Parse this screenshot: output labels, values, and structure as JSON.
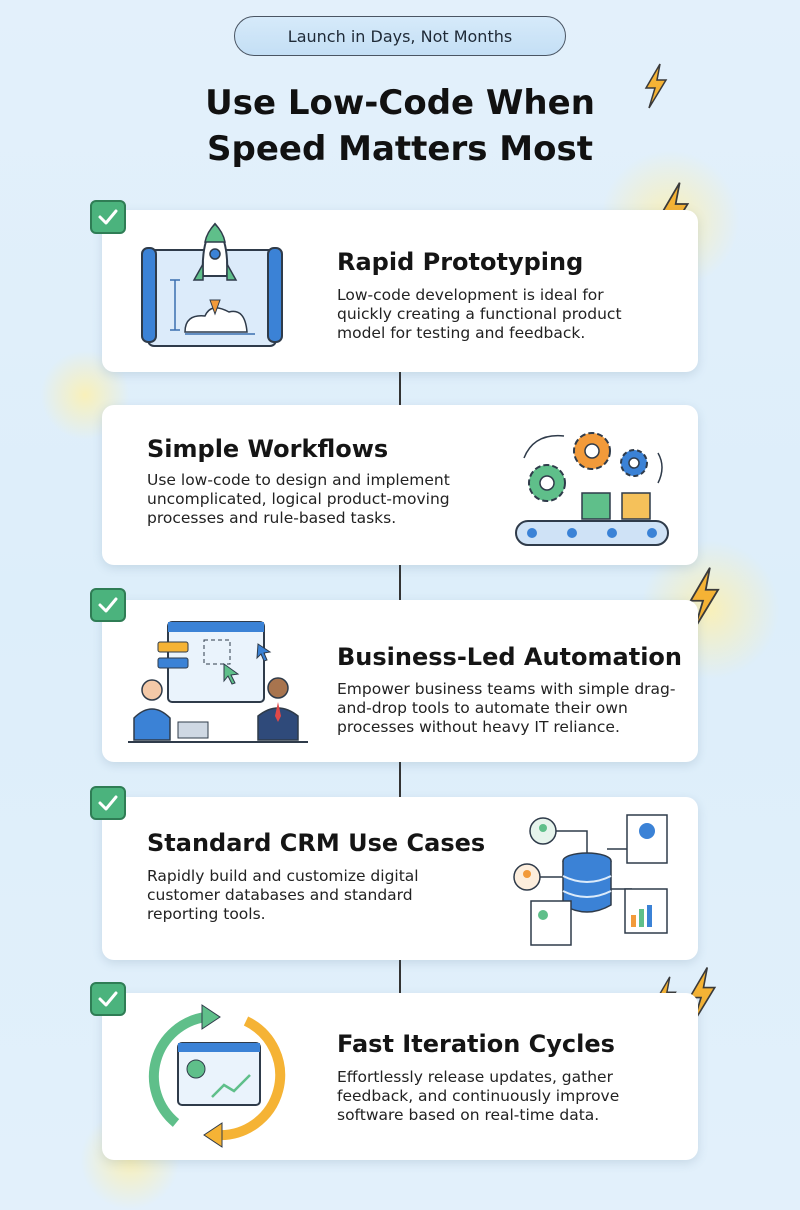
{
  "header": {
    "tagline": "Launch in Days, Not Months",
    "title_line1": "Use Low-Code When",
    "title_line2": "Speed Matters Most"
  },
  "cards": [
    {
      "title": "Rapid Prototyping",
      "description": "Low-code development is ideal for quickly creating a functional product model for testing and feedback.",
      "icon": "rocket-blueprint-icon",
      "checked": true
    },
    {
      "title": "Simple Workflows",
      "description": "Use low-code to design and implement uncomplicated, logical product-moving processes and rule-based tasks.",
      "icon": "gears-conveyor-icon",
      "checked": false
    },
    {
      "title": "Business-Led Automation",
      "description": "Empower business teams with simple drag-and-drop tools to automate their own processes without heavy IT reliance.",
      "icon": "business-team-dragdrop-icon",
      "checked": true
    },
    {
      "title": "Standard CRM Use Cases",
      "description": "Rapidly build and customize digital customer databases and standard reporting tools.",
      "icon": "crm-database-icon",
      "checked": true
    },
    {
      "title": "Fast Iteration Cycles",
      "description": "Effortlessly release updates, gather feedback, and continuously improve software based on real-time data.",
      "icon": "iteration-cycle-icon",
      "checked": true
    }
  ],
  "colors": {
    "check": "#4bb37d",
    "bolt": "#f5b335",
    "accent_blue": "#3b82d6",
    "accent_orange": "#f29a3a"
  }
}
